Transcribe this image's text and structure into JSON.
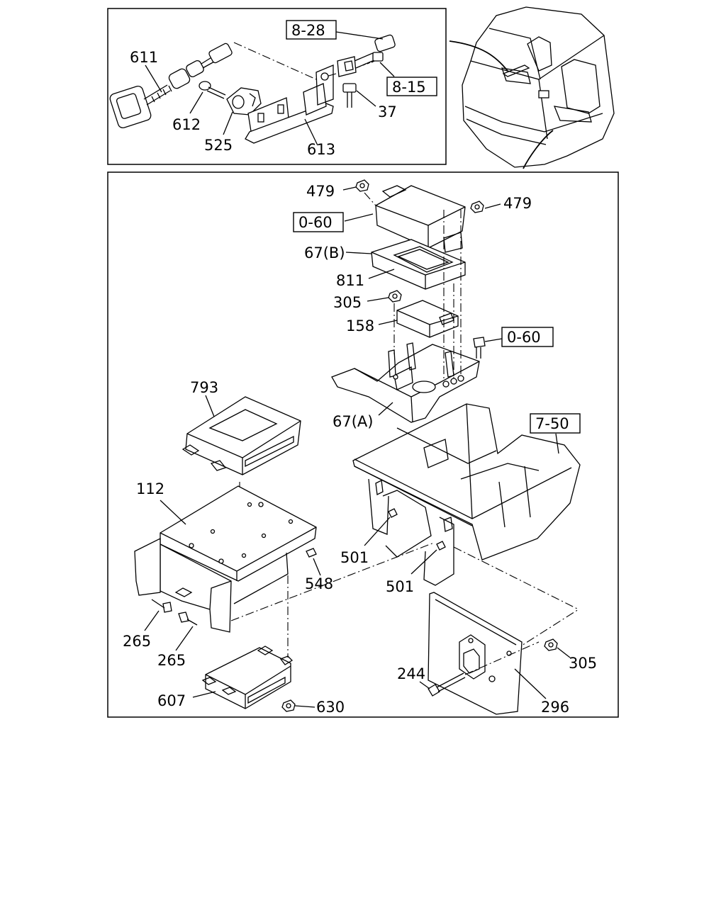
{
  "labels": {
    "p611": "611",
    "p612": "612",
    "p525": "525",
    "p613": "613",
    "p37": "37",
    "p479a": "479",
    "p479b": "479",
    "p67b": "67(B)",
    "p811": "811",
    "p305a": "305",
    "p158": "158",
    "p67a": "67(A)",
    "p793": "793",
    "p112": "112",
    "p501a": "501",
    "p501b": "501",
    "p548": "548",
    "p265a": "265",
    "p265b": "265",
    "p607": "607",
    "p630": "630",
    "p244": "244",
    "p296": "296",
    "p305b": "305"
  },
  "refs": {
    "r828": "8-28",
    "r815": "8-15",
    "r060a": "0-60",
    "r060b": "0-60",
    "r750": "7-50"
  }
}
